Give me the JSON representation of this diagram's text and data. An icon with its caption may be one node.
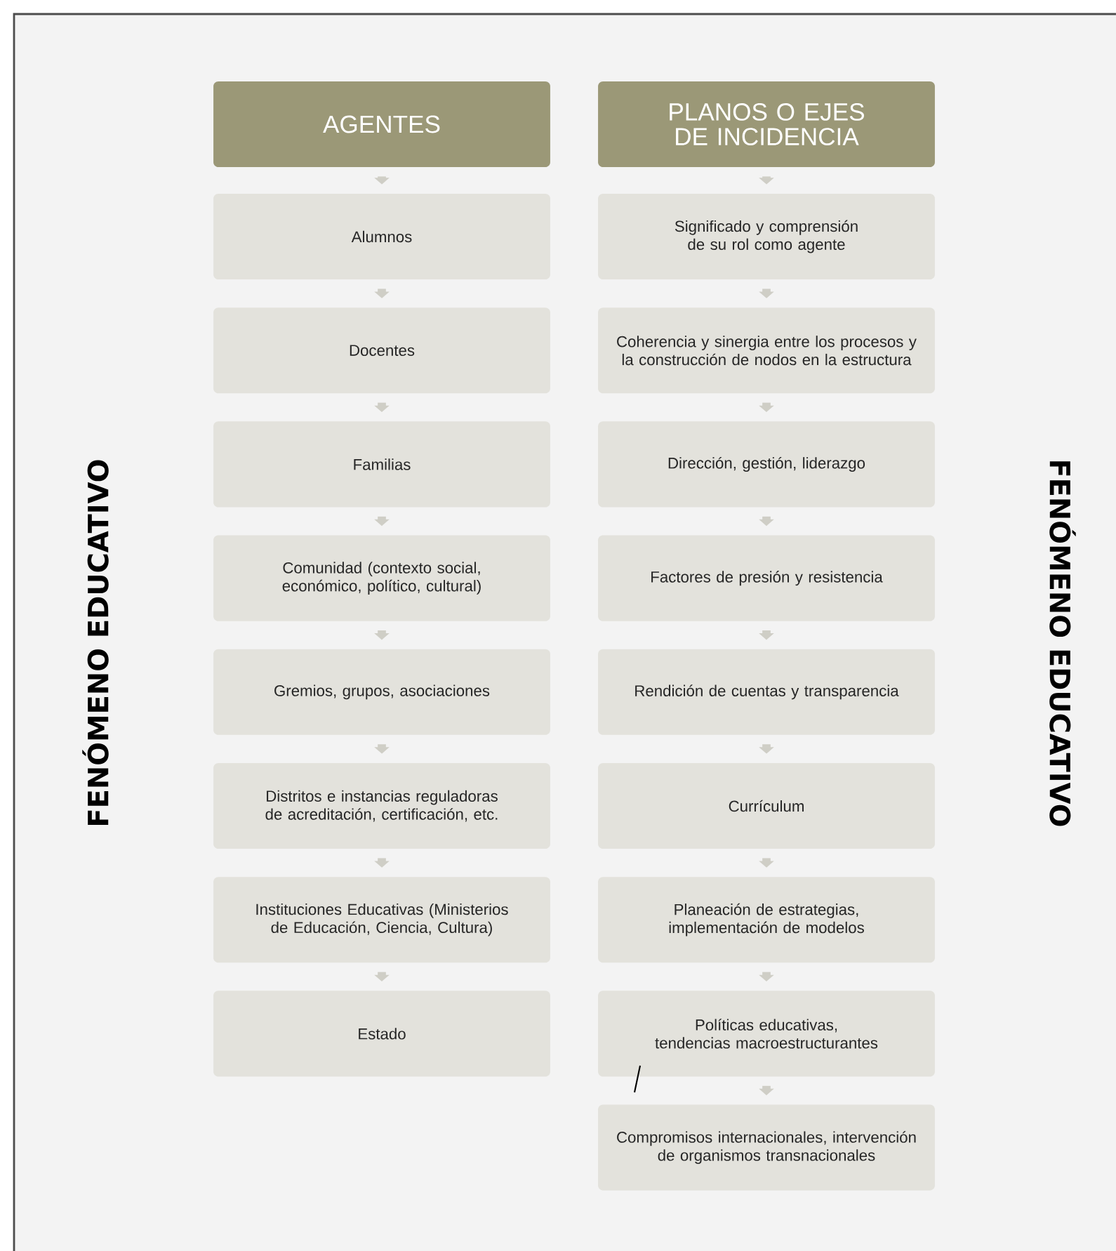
{
  "diagram": {
    "nodes": [
      {
        "text": [
          "AGENTES"
        ]
      },
      {
        "text": [
          "Alumnos"
        ]
      },
      {
        "text": [
          "Docentes"
        ]
      },
      {
        "text": [
          "Familias"
        ]
      },
      {
        "text": [
          "Comunidad (contexto social, económico, político, cultural)"
        ]
      },
      {
        "text": [
          "Gremios, grupos, asociaciones"
        ]
      },
      {
        "text": [
          "Distritos e instancias reguladoras de acreditación, certificación, etc."
        ]
      },
      {
        "text": [
          "Instituciones Educativas (Ministerios de Educación, Ciencia, Cultura)"
        ]
      },
      {
        "text": [
          "Estado"
        ]
      },
      {
        "text": [
          "PLANOS O EJES DE INCIDENCIA"
        ]
      },
      {
        "text": [
          "Significado y comprensión de su rol como agente"
        ]
      },
      {
        "text": [
          "Coherencia y sinergia entre los procesos y la construcción de nodos en la estructura"
        ]
      },
      {
        "text": [
          "Dirección, gestión, liderazgo"
        ]
      },
      {
        "text": [
          "Factores de presión y resistencia"
        ]
      },
      {
        "text": [
          "Rendición de cuentas y transparencia"
        ]
      },
      {
        "text": [
          "Currículum"
        ]
      },
      {
        "text": [
          "Planeación de estrategias, implementación de modelos"
        ]
      },
      {
        "text": [
          "Políticas educativas, tendencias macroestructurantes"
        ]
      },
      {
        "text": [
          "Compromisos internacionales, intervención de organismos transnacionales"
        ]
      }
    ],
    "edges": [
      {
        "from": 0,
        "to": 1,
        "arrow": "to"
      },
      {
        "from": 1,
        "to": 2,
        "arrow": "to"
      },
      {
        "from": 2,
        "to": 3,
        "arrow": "to"
      },
      {
        "from": 3,
        "to": 4,
        "arrow": "to"
      },
      {
        "from": 4,
        "to": 5,
        "arrow": "to"
      },
      {
        "from": 5,
        "to": 6,
        "arrow": "to"
      },
      {
        "from": 6,
        "to": 7,
        "arrow": "to"
      },
      {
        "from": 7,
        "to": 8,
        "arrow": "to"
      },
      {
        "from": 9,
        "to": 10,
        "arrow": "to"
      },
      {
        "from": 10,
        "to": 11,
        "arrow": "to"
      },
      {
        "from": 11,
        "to": 12,
        "arrow": "to"
      },
      {
        "from": 12,
        "to": 13,
        "arrow": "to"
      },
      {
        "from": 13,
        "to": 14,
        "arrow": "to"
      },
      {
        "from": 14,
        "to": 15,
        "arrow": "to"
      },
      {
        "from": 15,
        "to": 16,
        "arrow": "to"
      },
      {
        "from": 16,
        "to": 17,
        "arrow": "to"
      },
      {
        "from": 17,
        "to": 18,
        "arrow": "to"
      }
    ],
    "labels": [
      "FENÓMENO EDUCATIVO",
      "FENÓMENO EDUCATIVO"
    ]
  }
}
